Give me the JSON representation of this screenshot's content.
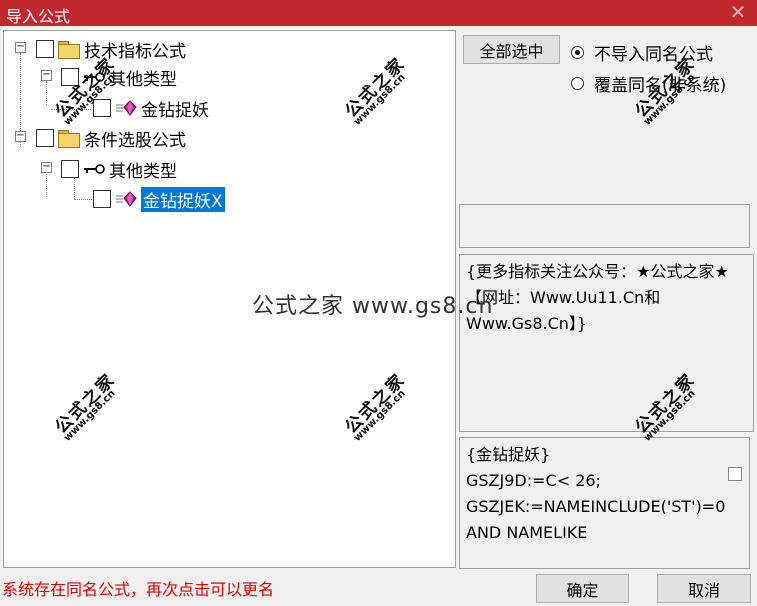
{
  "window": {
    "title": "导入公式",
    "close_glyph": "✕"
  },
  "tree": {
    "root1": {
      "label": "技术指标公式",
      "expander": "−"
    },
    "root1_child": {
      "label": "其他类型",
      "expander": "−"
    },
    "root1_leaf": {
      "label": "金钻捉妖"
    },
    "root2": {
      "label": "条件选股公式",
      "expander": "−"
    },
    "root2_child": {
      "label": "其他类型",
      "expander": "−"
    },
    "root2_leaf": {
      "label": "金钻捉妖X"
    }
  },
  "options": {
    "select_all": "全部选中",
    "radio1": "不导入同名公式",
    "radio2": "覆盖同名(非系统)"
  },
  "info_text": "{更多指标关注公众号：★公式之家★ 【网址：Www.Uu11.Cn和Www.Gs8.Cn】}",
  "formula_text": "{金钻捉妖}\nGSZJ9D:=C< 26;\nGSZJEK:=NAMEINCLUDE('ST')=0 AND NAMELIKE",
  "status": "系统存在同名公式，再次点击可以更名",
  "buttons": {
    "ok": "确定",
    "cancel": "取消"
  },
  "watermark": {
    "cn": "公式之家",
    "url": "www.gs8.cn",
    "center": "公式之家 www.gs8.cn"
  }
}
